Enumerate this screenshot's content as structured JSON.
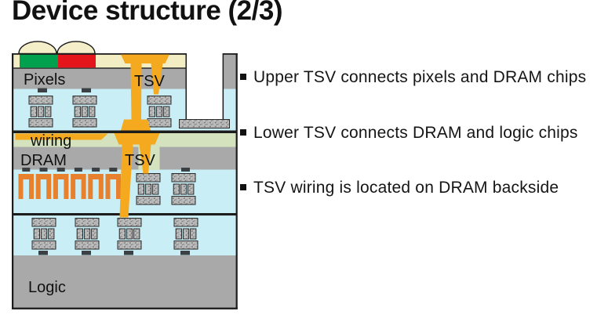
{
  "slide": {
    "title": "Device structure (2/3)",
    "bullets": [
      "Upper TSV connects pixels and DRAM chips",
      "Lower TSV connects DRAM and logic chips",
      "TSV wiring is located on DRAM backside"
    ]
  },
  "diagram": {
    "labels": {
      "pixels": "Pixels",
      "tsv_upper": "TSV",
      "wiring": "wiring",
      "dram": "DRAM",
      "tsv_lower": "TSV",
      "logic": "Logic"
    },
    "layers": [
      {
        "name": "microlens-and-color-filter",
        "color": "#F2EDC2"
      },
      {
        "name": "pixels-chip",
        "color": "#A9A9A9"
      },
      {
        "name": "silicon-active",
        "color": "#C9EEF5"
      },
      {
        "name": "dram-backside-wiring",
        "color": "#D4E3BE"
      },
      {
        "name": "dram-chip",
        "color": "#A9A9A9"
      },
      {
        "name": "logic-chip",
        "color": "#A9A9A9"
      }
    ],
    "colors": {
      "lens_layer": "#F2EDC2",
      "lens_dome": "#F4EFC9",
      "filter_green": "#00A14E",
      "filter_red": "#E5161B",
      "chip_gray": "#A9A9A9",
      "silicon_blue": "#C9EEF5",
      "backside_green": "#D4E3BE",
      "tsv_orange": "#F5A91F",
      "capacitor_orange": "#E8812D",
      "contact_dark": "#3A4043",
      "outline": "#1C1C1C",
      "trench_white": "#FFFFFF"
    }
  }
}
